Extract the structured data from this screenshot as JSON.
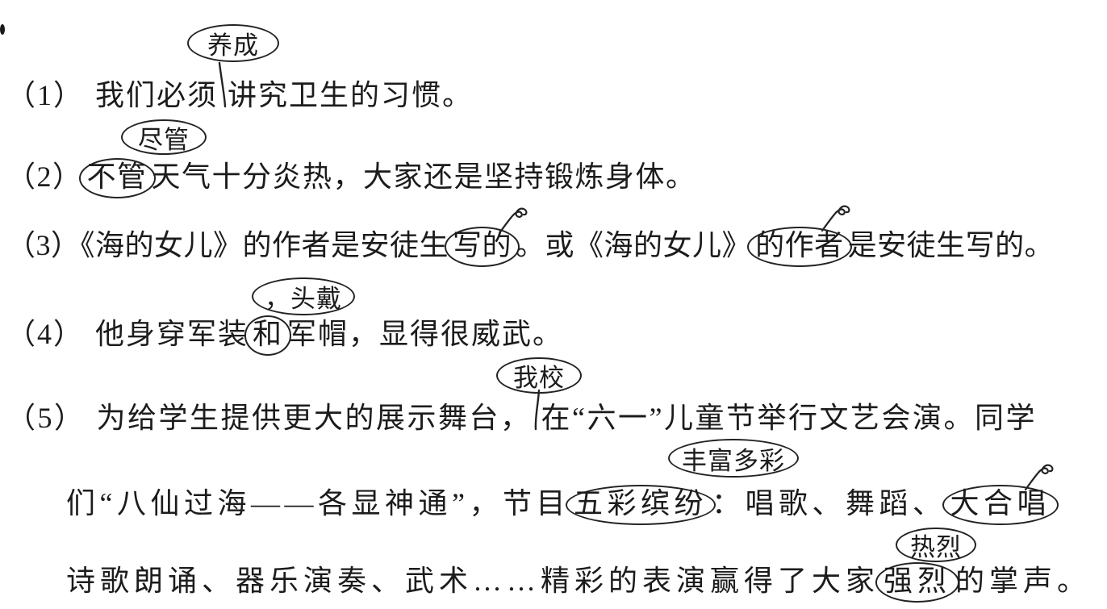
{
  "page": {
    "background": "#ffffff",
    "ink_color": "#1c1c1c",
    "description": "Scanned Chinese sentence-revision exercise with handwritten proofreading marks (circled corrections, insertion carets, deletion curls)"
  },
  "exercise": {
    "items": [
      {
        "number": "（1）",
        "pre": "我们必须",
        "post": "讲究卫生的习惯。",
        "correction": "养成"
      },
      {
        "number": "（2）",
        "circled": "不管",
        "post": "天气十分炎热，大家还是坚持锻炼身体。",
        "correction": "尽管"
      },
      {
        "number": "（3）",
        "pre": "《海的女儿》的作者是安徒生",
        "deleted_1": "写的",
        "mid": "。或《海的女儿》",
        "deleted_2": "的作者",
        "post": "是安徒生写的。"
      },
      {
        "number": "（4）",
        "pre": "他身穿军装",
        "circled": "和",
        "post": "军帽，显得很威武。",
        "correction": "，头戴"
      },
      {
        "number": "（5）",
        "correction_insert": "我校",
        "correction_replace_1": "丰富多彩",
        "correction_replace_2": "热烈",
        "row1_pre": "为给学生提供更大的展示舞台，",
        "row1_post": "在“六一”儿童节举行文艺会演。同学",
        "row2_pre": "们“八仙过海——各显神通”，节目",
        "row2_circled": "五彩缤纷",
        "row2_mid": "：唱歌、舞蹈、",
        "row2_deleted": "大合唱",
        "row3_pre": "诗歌朗诵、器乐演奏、武术……精彩的表演赢得了大家",
        "row3_circled": "强烈",
        "row3_post": "的掌声。"
      }
    ]
  }
}
